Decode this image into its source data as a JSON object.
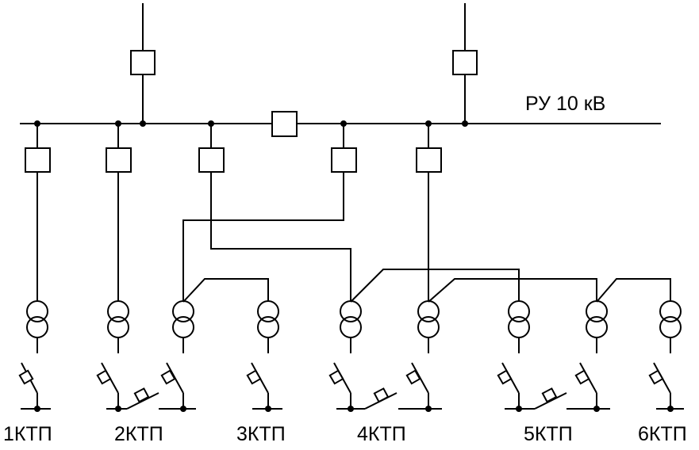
{
  "bus_label": "РУ 10 кВ",
  "substations": [
    "1КТП",
    "2КТП",
    "3КТП",
    "4КТП",
    "5КТП",
    "6КТП"
  ]
}
